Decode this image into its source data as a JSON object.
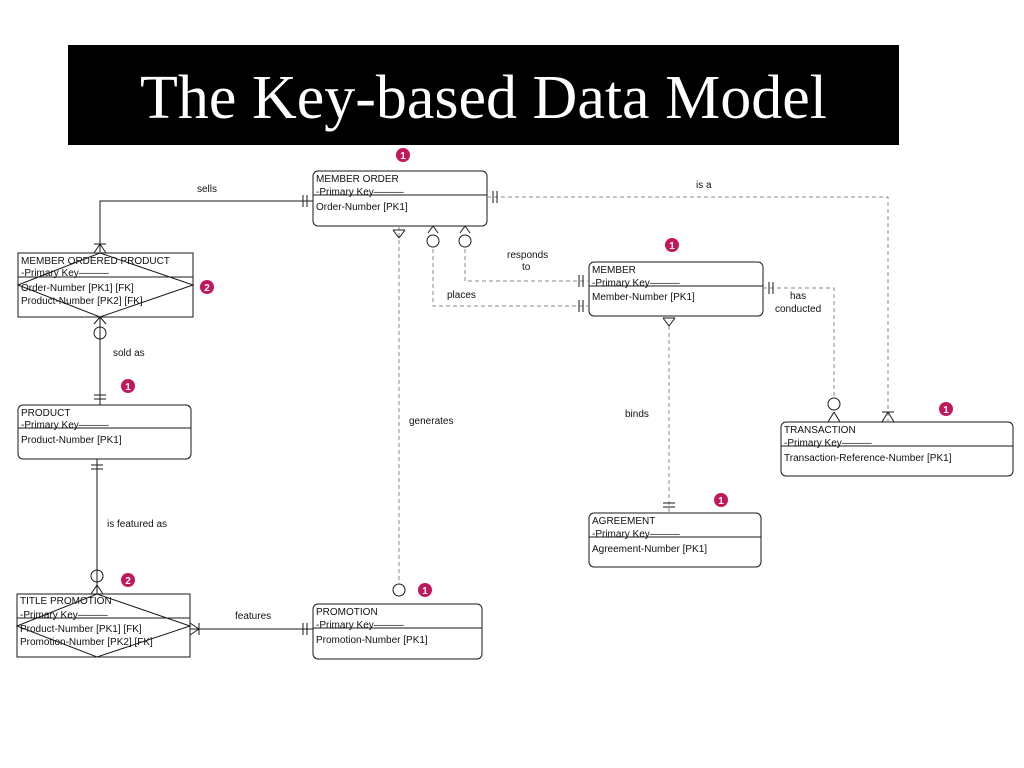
{
  "title": "The Key-based Data Model",
  "colors": {
    "badge": "#c2185b",
    "line": "#1a1a1a",
    "dashed": "#8a8a8a"
  },
  "entities": {
    "member_order": {
      "name": "MEMBER ORDER",
      "key_label": "Primary Key",
      "attrs": [
        "Order-Number   [PK1]"
      ],
      "badge": "1"
    },
    "member_ordered_product": {
      "name": "MEMBER ORDERED PRODUCT",
      "key_label": "Primary Key",
      "attrs": [
        "Order-Number   [PK1]  [FK]",
        "Product-Number   [PK2]  [FK]"
      ],
      "badge": "2"
    },
    "product": {
      "name": "PRODUCT",
      "key_label": "Primary Key",
      "attrs": [
        "Product-Number   [PK1]"
      ],
      "badge": "1"
    },
    "title_promotion": {
      "name": "TITLE PROMOTION",
      "key_label": "Primary Key",
      "attrs": [
        "Product-Number   [PK1]  [FK]",
        "Promotion-Number   [PK2]  [FK]"
      ],
      "badge": "2"
    },
    "promotion": {
      "name": "PROMOTION",
      "key_label": "Primary Key",
      "attrs": [
        "Promotion-Number   [PK1]"
      ],
      "badge": "1"
    },
    "member": {
      "name": "MEMBER",
      "key_label": "Primary Key",
      "attrs": [
        "Member-Number   [PK1]"
      ],
      "badge": "1"
    },
    "agreement": {
      "name": "AGREEMENT",
      "key_label": "Primary Key",
      "attrs": [
        "Agreement-Number   [PK1]"
      ],
      "badge": "1"
    },
    "transaction": {
      "name": "TRANSACTION",
      "key_label": "Primary Key",
      "attrs": [
        "Transaction-Reference-Number   [PK1]"
      ],
      "badge": "1"
    }
  },
  "relationships": {
    "sells": "sells",
    "is_a": "is a",
    "responds_to_1": "responds",
    "responds_to_2": "to",
    "places": "places",
    "has_conducted_1": "has",
    "has_conducted_2": "conducted",
    "sold_as": "sold as",
    "generates": "generates",
    "binds": "binds",
    "is_featured_as": "is featured as",
    "features": "features"
  }
}
